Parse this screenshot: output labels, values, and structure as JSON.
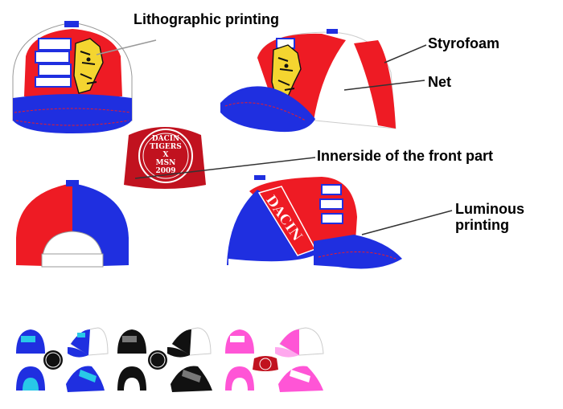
{
  "labels": {
    "lithographic": "Lithographic printing",
    "styrofoam": "Styrofoam",
    "net": "Net",
    "innerside": "Innerside of the front part",
    "luminous_line1": "Luminous",
    "luminous_line2": "printing"
  },
  "badge": {
    "line1": "DACIN",
    "line2": "TIGERS",
    "line3": "X",
    "line4": "MSN",
    "line5": "2009"
  },
  "side_print_text": "DACIN",
  "colors": {
    "red": "#ee1b24",
    "blue": "#1f2fe0",
    "white": "#ffffff",
    "dark_red": "#c1121f",
    "black": "#111111",
    "pink": "#ff55d6",
    "light_pink": "#ffa8ee",
    "cyan": "#28c8e8"
  },
  "variants": [
    "blue",
    "black",
    "pink"
  ]
}
